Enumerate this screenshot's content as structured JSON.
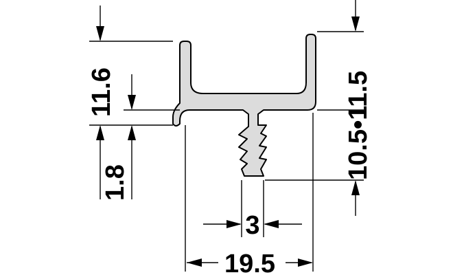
{
  "drawing": {
    "dimensions": {
      "flange_height": "11.6",
      "base_thickness": "1.8",
      "right_height_total": "10.5•11.5",
      "tongue_width": "3",
      "overall_width": "19.5"
    },
    "colors": {
      "profile_fill": "#dcdcdc",
      "line": "#000000",
      "background": "#ffffff"
    }
  }
}
